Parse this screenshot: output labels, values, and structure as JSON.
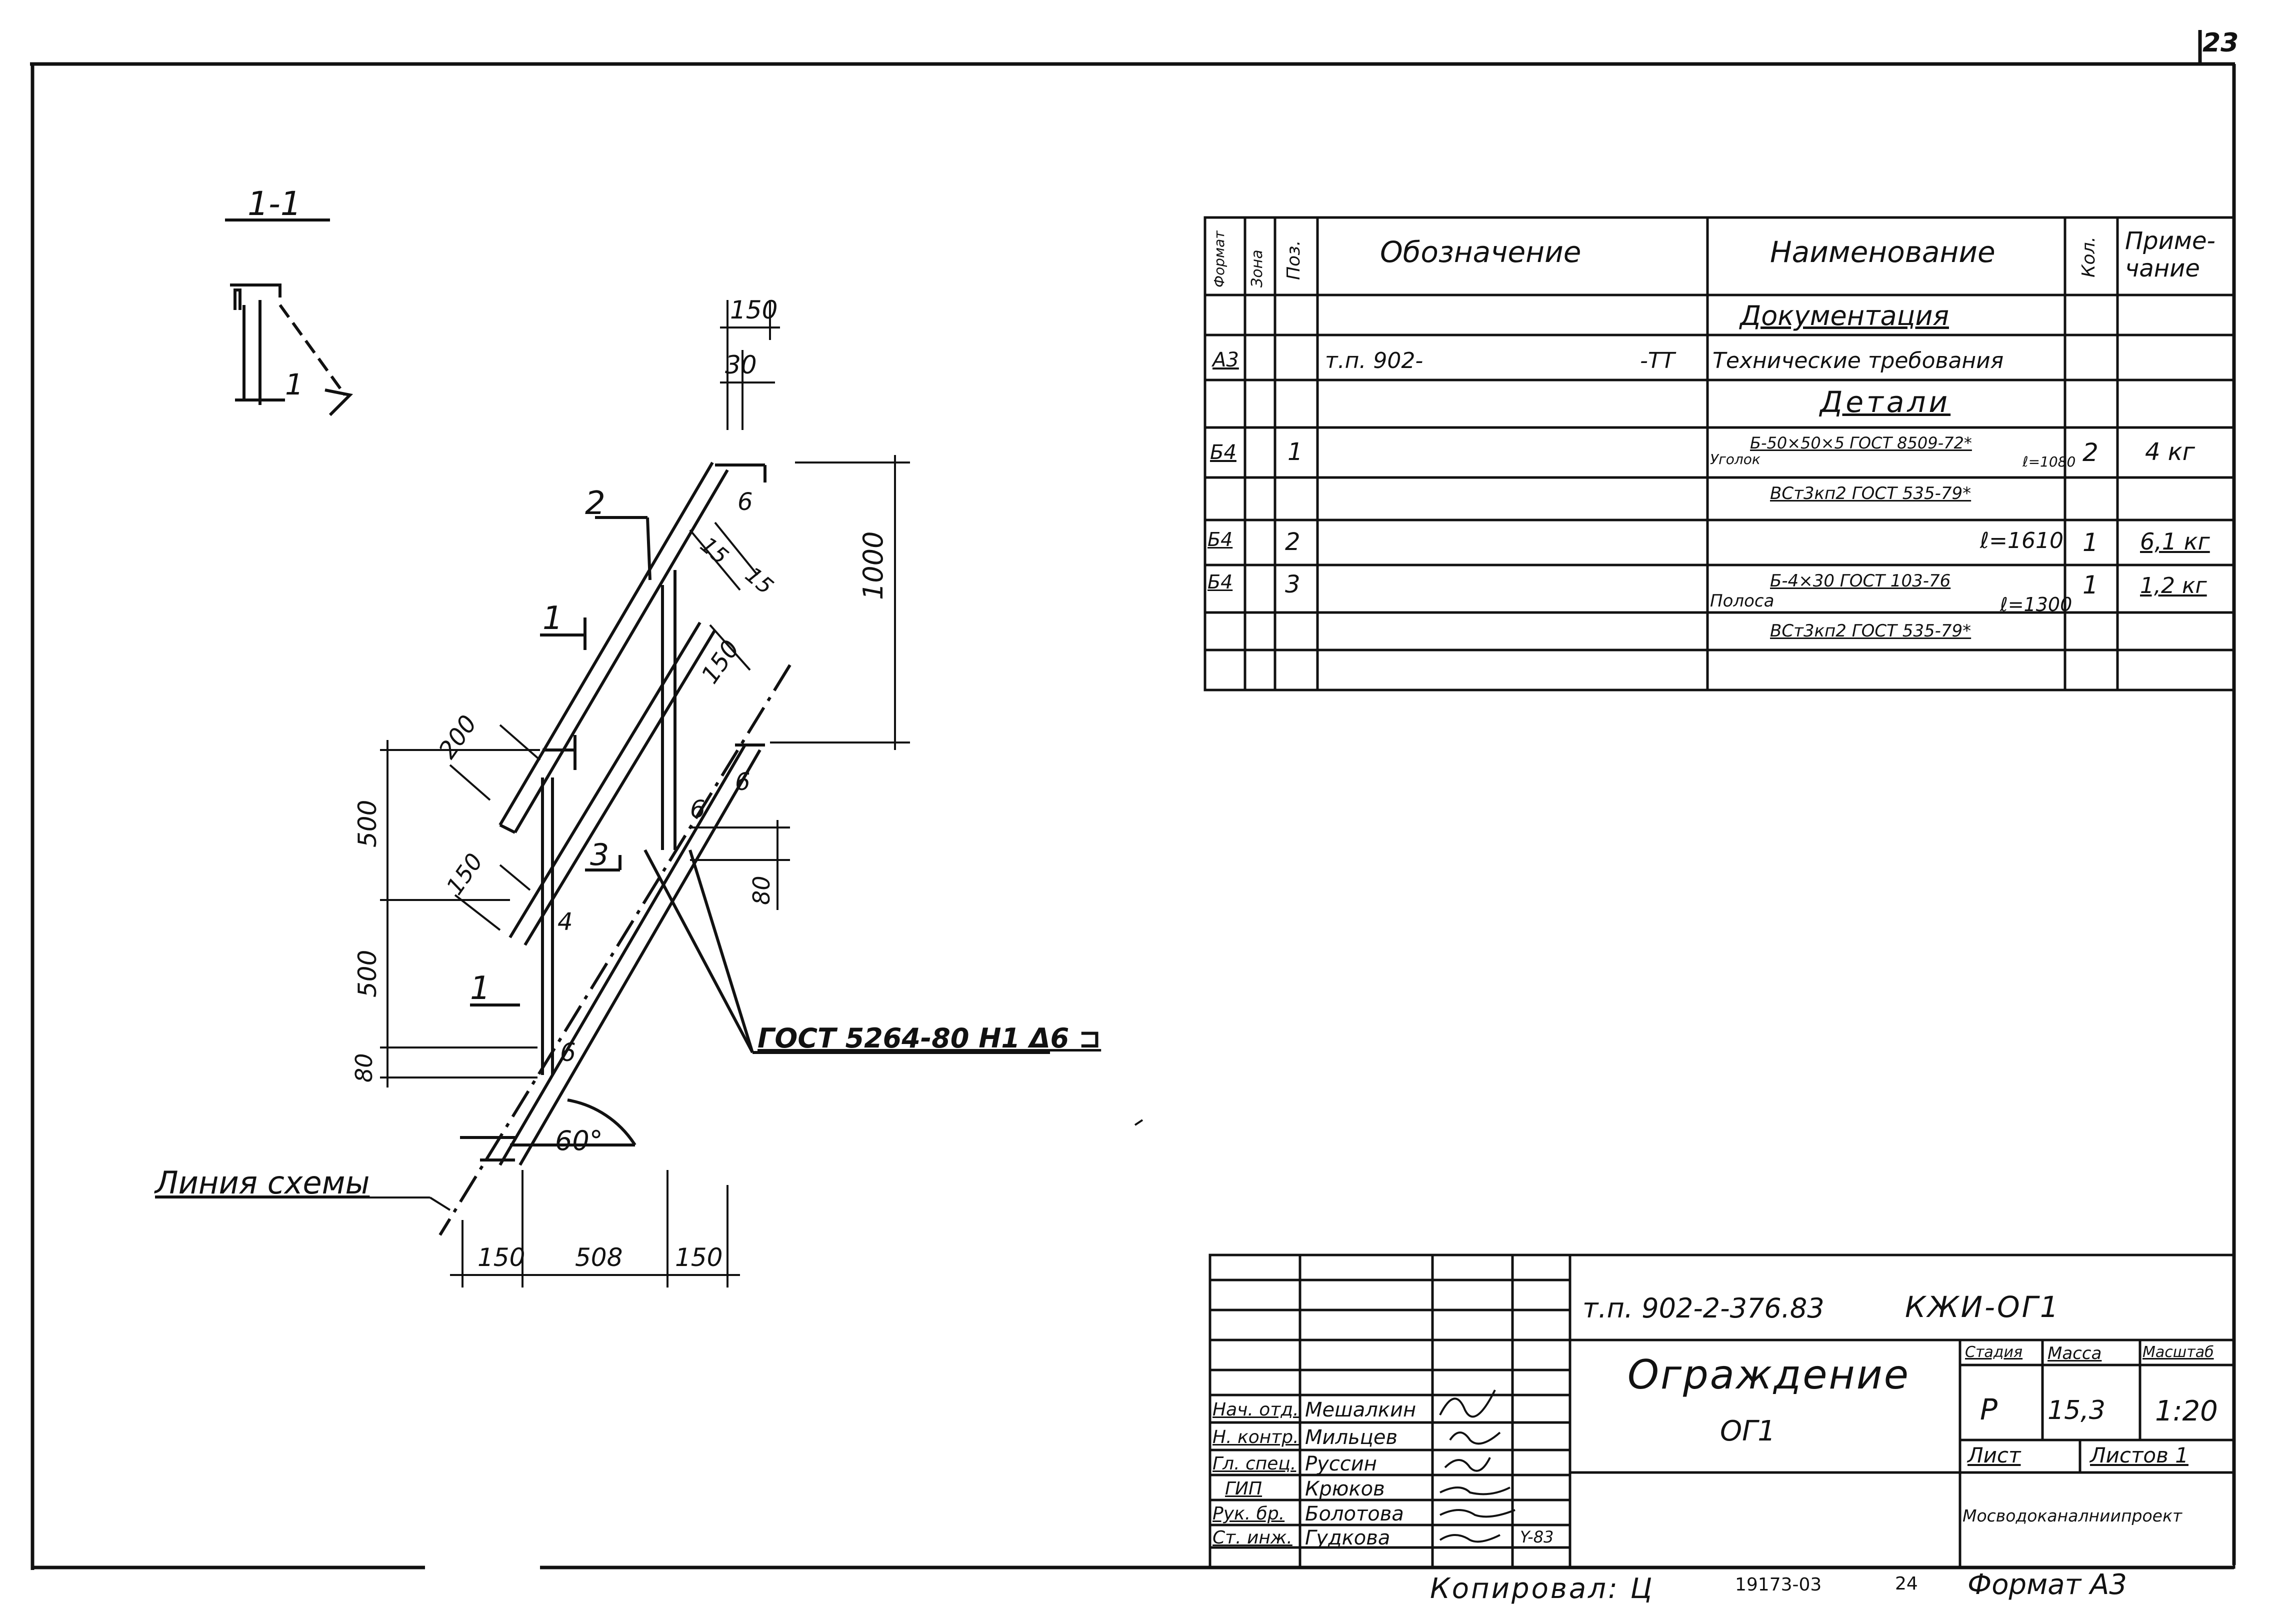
{
  "sheet_number": "23",
  "section_label": "1-1",
  "section_mark": "1",
  "drawing": {
    "pos_labels": [
      "1",
      "2",
      "3"
    ],
    "dims": {
      "d150_top": "150",
      "d30": "30",
      "d1000": "1000",
      "d15a": "15",
      "d15b": "15",
      "d150_mid": "150",
      "d200": "200",
      "d500_top": "500",
      "d500_bot": "500",
      "d80_left": "80",
      "d80_right": "80",
      "d150_left": "150",
      "d150_bottom_left": "150",
      "d508": "508",
      "d150_bottom_right": "150"
    },
    "weld_marks": [
      "6",
      "6",
      "6",
      "4",
      "6"
    ],
    "angle": "60°",
    "weld_note": "ГОСТ 5264-80 Н1 Δ6 ⊐",
    "scheme_line": "Линия схемы"
  },
  "spec_table": {
    "headers": {
      "format": "Формат",
      "zone": "Зона",
      "pos": "Поз.",
      "designation": "Обозначение",
      "name": "Наименование",
      "qty": "Кол.",
      "note": "Приме-\nчание"
    },
    "rows": {
      "documentation": "Документация",
      "a3_format": "А3",
      "a3_designation": "т.п. 902-",
      "a3_designation_suffix": "-ТТ",
      "a3_name": "Технические требования",
      "details": "Детали",
      "r1_format": "Б4",
      "r1_pos": "1",
      "r1_name_a": "Уголок",
      "r1_name_b": "Б-50×50×5 ГОСТ 8509-72*",
      "r1_name_c": "ℓ=1080",
      "r1_name_d": "ВСт3кп2 ГОСТ 535-79*",
      "r1_qty": "2",
      "r1_note": "4 кг",
      "r2_format": "Б4",
      "r2_pos": "2",
      "r2_name": "ℓ=1610",
      "r2_qty": "1",
      "r2_note": "6,1 кг",
      "r3_format": "Б4",
      "r3_pos": "3",
      "r3_name_a": "Полоса",
      "r3_name_b": "Б-4×30 ГОСТ 103-76",
      "r3_name_c": "ℓ=1300",
      "r3_name_d": "ВСт3кп2 ГОСТ 535-79*",
      "r3_qty": "1",
      "r3_note": "1,2 кг"
    }
  },
  "title_block": {
    "project_code": "т.п. 902-2-376.83",
    "doc_code": "КЖИ-ОГ1",
    "title": "Ограждение",
    "subtitle": "ОГ1",
    "stage_label": "Стадия",
    "mass_label": "Масса",
    "scale_label": "Масштаб",
    "stage": "Р",
    "mass": "15,3",
    "scale": "1:20",
    "sheet_label": "Лист",
    "sheets_label": "Листов 1",
    "organization": "Мосводоканалниипроект",
    "staff": [
      {
        "role": "Нач. отд.",
        "name": "Мешалкин"
      },
      {
        "role": "Н. контр.",
        "name": "Мильцев"
      },
      {
        "role": "Гл. спец.",
        "name": "Руссин"
      },
      {
        "role": "ГИП",
        "name": "Крюков"
      },
      {
        "role": "Рук. бр.",
        "name": "Болотова"
      },
      {
        "role": "Ст. инж.",
        "name": "Гудкова"
      }
    ],
    "date": "Y-83"
  },
  "footer": {
    "copied": "Копировал: Ц",
    "number": "19173-03",
    "page": "24",
    "format": "Формат А3"
  }
}
